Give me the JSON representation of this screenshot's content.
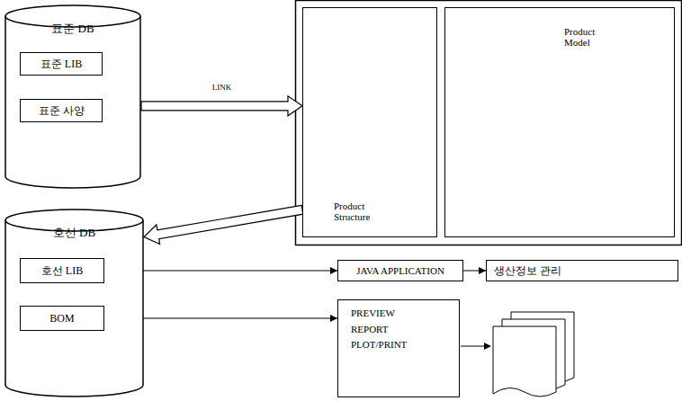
{
  "diagram": {
    "nodes": [
      {
        "text": [
          "표준 DB"
        ]
      },
      {
        "text": [
          "표준 LIB"
        ],
        "in": 0
      },
      {
        "text": [
          "표준 사양"
        ],
        "in": 0
      },
      {
        "text": [
          "Product Structure"
        ]
      },
      {
        "text": [
          "Product Model"
        ]
      },
      {
        "text": [
          "호선 DB"
        ]
      },
      {
        "text": [
          "호선 LIB"
        ],
        "in": 5
      },
      {
        "text": [
          "BOM"
        ],
        "in": 5
      },
      {
        "text": [
          "JAVA APPLICATION"
        ]
      },
      {
        "text": [
          "생산정보 관리"
        ]
      },
      {
        "text": [
          "PREVIEW REPORT PLOT/PRINT"
        ]
      }
    ],
    "edges": [
      {
        "from": 0,
        "to": 3,
        "label": "LINK",
        "arrow": "to"
      },
      {
        "from": 3,
        "to": 5,
        "arrow": "to"
      },
      {
        "from": 6,
        "to": 8,
        "arrow": "to"
      },
      {
        "from": 8,
        "to": 9,
        "arrow": "to"
      },
      {
        "from": 7,
        "to": 10,
        "arrow": "to"
      }
    ]
  }
}
